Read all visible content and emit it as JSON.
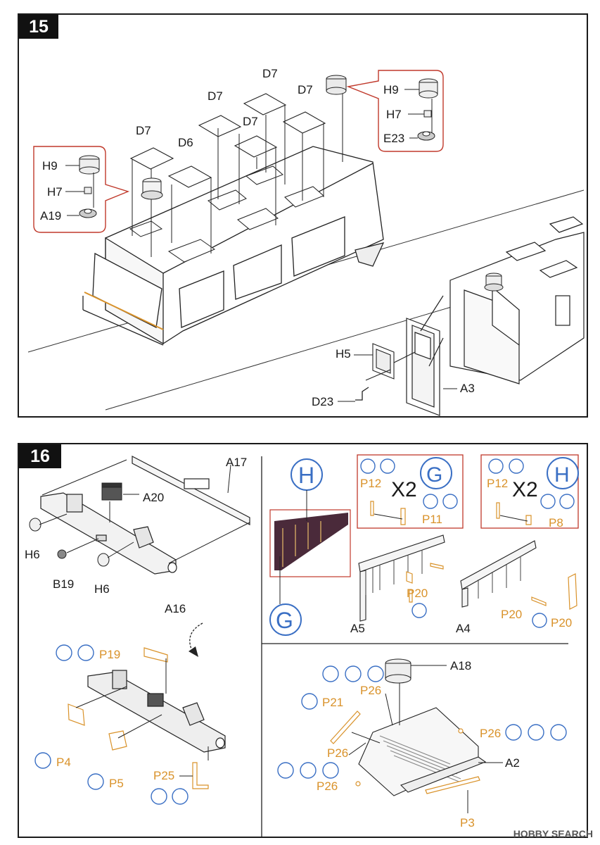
{
  "step15": {
    "number": "15",
    "labels": {
      "d7a": "D7",
      "d6": "D6",
      "d7b": "D7",
      "d7c": "D7",
      "d7d": "D7",
      "d7e": "D7",
      "h9": "H9",
      "h7": "H7",
      "a19": "A19",
      "h9r": "H9",
      "h7r": "H7",
      "e23": "E23",
      "h5": "H5",
      "a3": "A3",
      "d23": "D23"
    }
  },
  "step16": {
    "number": "16",
    "labels": {
      "a17": "A17",
      "a20": "A20",
      "h6a": "H6",
      "b19": "B19",
      "h6b": "H6",
      "a16": "A16",
      "p19": "P19",
      "p4": "P4",
      "p5": "P5",
      "p25": "P25",
      "g_letter_1": "H",
      "g_letter_2": "G",
      "p12a": "P12",
      "x2a": "X2",
      "g_circle_a": "G",
      "p11": "P11",
      "p12b": "P12",
      "x2b": "X2",
      "h_circle_b": "H",
      "p8": "P8",
      "p20a": "P20",
      "a5": "A5",
      "p20b": "P20",
      "a4": "A4",
      "p20c": "P20",
      "a18": "A18",
      "p26a": "P26",
      "p21": "P21",
      "p26b": "P26",
      "p26c": "P26",
      "a2": "A2",
      "p26d": "P26",
      "p3": "P3"
    }
  },
  "watermark": "HOBBY SEARCH",
  "colors": {
    "orange": "#d9922a",
    "blue": "#3a6fc4",
    "red": "#c0392b",
    "line": "#1a1a1a"
  }
}
